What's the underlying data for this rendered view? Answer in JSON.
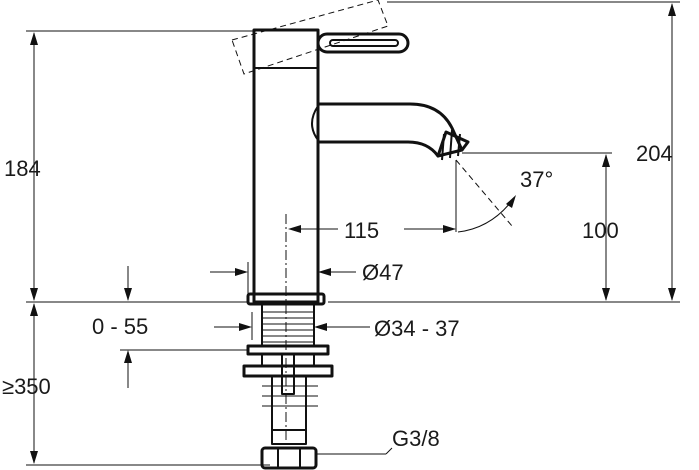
{
  "dimensions": {
    "total_height": "204",
    "body_height": "184",
    "spout_reach": "115",
    "spout_height": "100",
    "spout_angle": "37°",
    "body_diameter": "Ø47",
    "clamping_range": "0 - 55",
    "mounting_hole": "Ø34 - 37",
    "hose_length": "≥350",
    "connection_thread": "G3/8"
  }
}
